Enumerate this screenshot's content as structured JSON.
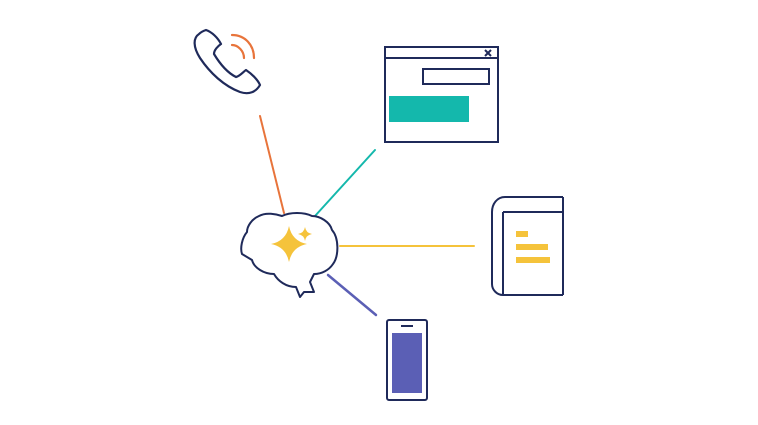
{
  "diagram": {
    "hub": {
      "icon": "brain-sparkle-icon"
    },
    "nodes": [
      {
        "id": "phone-call",
        "icon": "phone-call-icon",
        "link_color": "#e8743b"
      },
      {
        "id": "browser-window",
        "icon": "browser-window-icon",
        "link_color": "#14b8ac"
      },
      {
        "id": "book",
        "icon": "book-icon",
        "link_color": "#f5c33b"
      },
      {
        "id": "mobile-device",
        "icon": "mobile-phone-icon",
        "link_color": "#5b5fb5"
      }
    ]
  },
  "colors": {
    "outline": "#1f2a5a",
    "accent_orange": "#e8743b",
    "accent_teal": "#14b8ac",
    "accent_yellow": "#f5c33b",
    "accent_indigo": "#5b5fb5",
    "sparkle": "#f5c33b"
  }
}
